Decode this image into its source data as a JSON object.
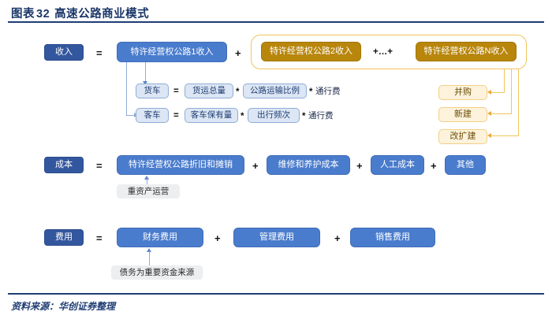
{
  "header": {
    "label": "图表",
    "number": "32",
    "title": "高速公路商业模式"
  },
  "footer": {
    "source": "资料来源：华创证券整理"
  },
  "operators": {
    "equals": "=",
    "plus": "+",
    "times": "*",
    "ellipsis_plus": "+…+"
  },
  "revenue": {
    "label": "收入",
    "road1": "特许经营权公路1收入",
    "road2": "特许经营权公路2收入",
    "roadN": "特许经营权公路N收入",
    "truck": {
      "label": "货车",
      "factor1": "货运总量",
      "factor2": "公路运输比例",
      "factor3": "通行费"
    },
    "bus": {
      "label": "客车",
      "factor1": "客车保有量",
      "factor2": "出行频次",
      "factor3": "通行费"
    },
    "growth": [
      "并购",
      "新建",
      "改扩建"
    ]
  },
  "cost": {
    "label": "成本",
    "items": [
      "特许经营权公路折旧和摊销",
      "维修和养护成本",
      "人工成本",
      "其他"
    ],
    "note": "重资产运营"
  },
  "expense": {
    "label": "费用",
    "items": [
      "财务费用",
      "管理费用",
      "销售费用"
    ],
    "note": "债务为重要资金来源"
  },
  "colors": {
    "navy": "#1f3d73",
    "label_blue": "#33579e",
    "formula_blue": "#4a7ccd",
    "light_blue": "#dce6f4",
    "gold": "#b8860b",
    "amber_light": "#fdf3dc",
    "amber_border": "#f0c65a",
    "note_gray": "#eceef0"
  }
}
